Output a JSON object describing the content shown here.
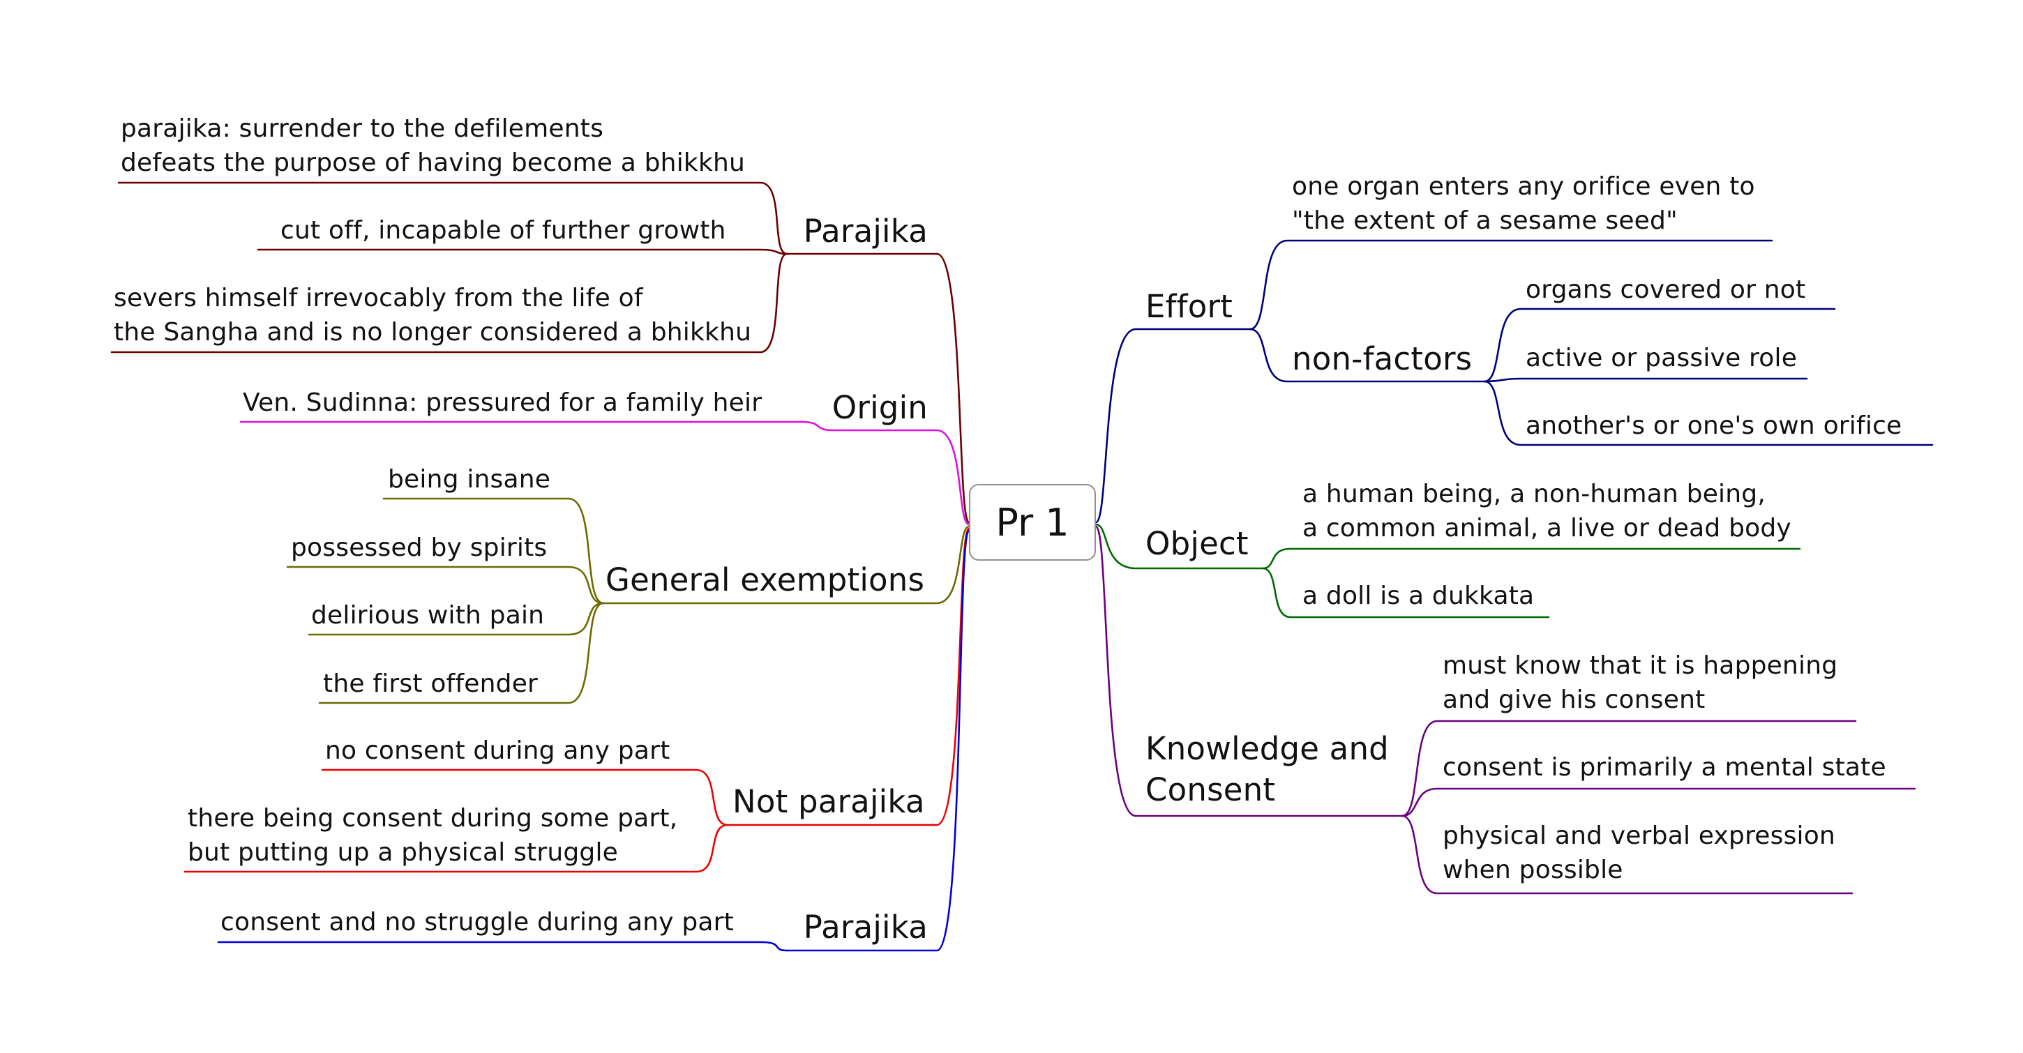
{
  "root": {
    "label": "Pr 1"
  },
  "left": {
    "parajika_top": {
      "label": "Parajika",
      "color": "#6b0000",
      "children": [
        "parajika: surrender to the defilements\ndefeats the purpose of having become a bhikkhu",
        "cut off, incapable of further growth",
        "severs himself irrevocably from the life of\nthe Sangha and is no longer considered a bhikkhu"
      ]
    },
    "origin": {
      "label": "Origin",
      "color": "#e010e0",
      "children": [
        "Ven. Sudinna: pressured for a family heir"
      ]
    },
    "general_exemptions": {
      "label": "General exemptions",
      "color": "#6b6b00",
      "children": [
        "being insane",
        "possessed by spirits",
        "delirious with pain",
        "the first offender"
      ]
    },
    "not_parajika": {
      "label": "Not parajika",
      "color": "#ee0000",
      "children": [
        "no consent during any part",
        "there being consent during some part,\nbut putting up a physical struggle"
      ]
    },
    "parajika_bottom": {
      "label": "Parajika",
      "color": "#0000dd",
      "children": [
        "consent and no struggle during any part"
      ]
    }
  },
  "right": {
    "effort": {
      "label": "Effort",
      "color": "#00007a",
      "children": [
        "one organ enters any orifice even to\n\"the extent of a sesame seed\""
      ],
      "non_factors": {
        "label": "non-factors",
        "children": [
          "organs covered or not",
          "active or passive role",
          "another's or one's own orifice"
        ]
      }
    },
    "object": {
      "label": "Object",
      "color": "#006b00",
      "children": [
        "a human being, a non-human being,\na common animal, a live or dead body",
        "a doll is a dukkata"
      ]
    },
    "knowledge": {
      "label": "Knowledge and\nConsent",
      "color": "#6b0080",
      "children": [
        "must know that it is happening\nand give his consent",
        "consent is primarily a mental state",
        "physical and verbal expression\nwhen possible"
      ]
    }
  }
}
